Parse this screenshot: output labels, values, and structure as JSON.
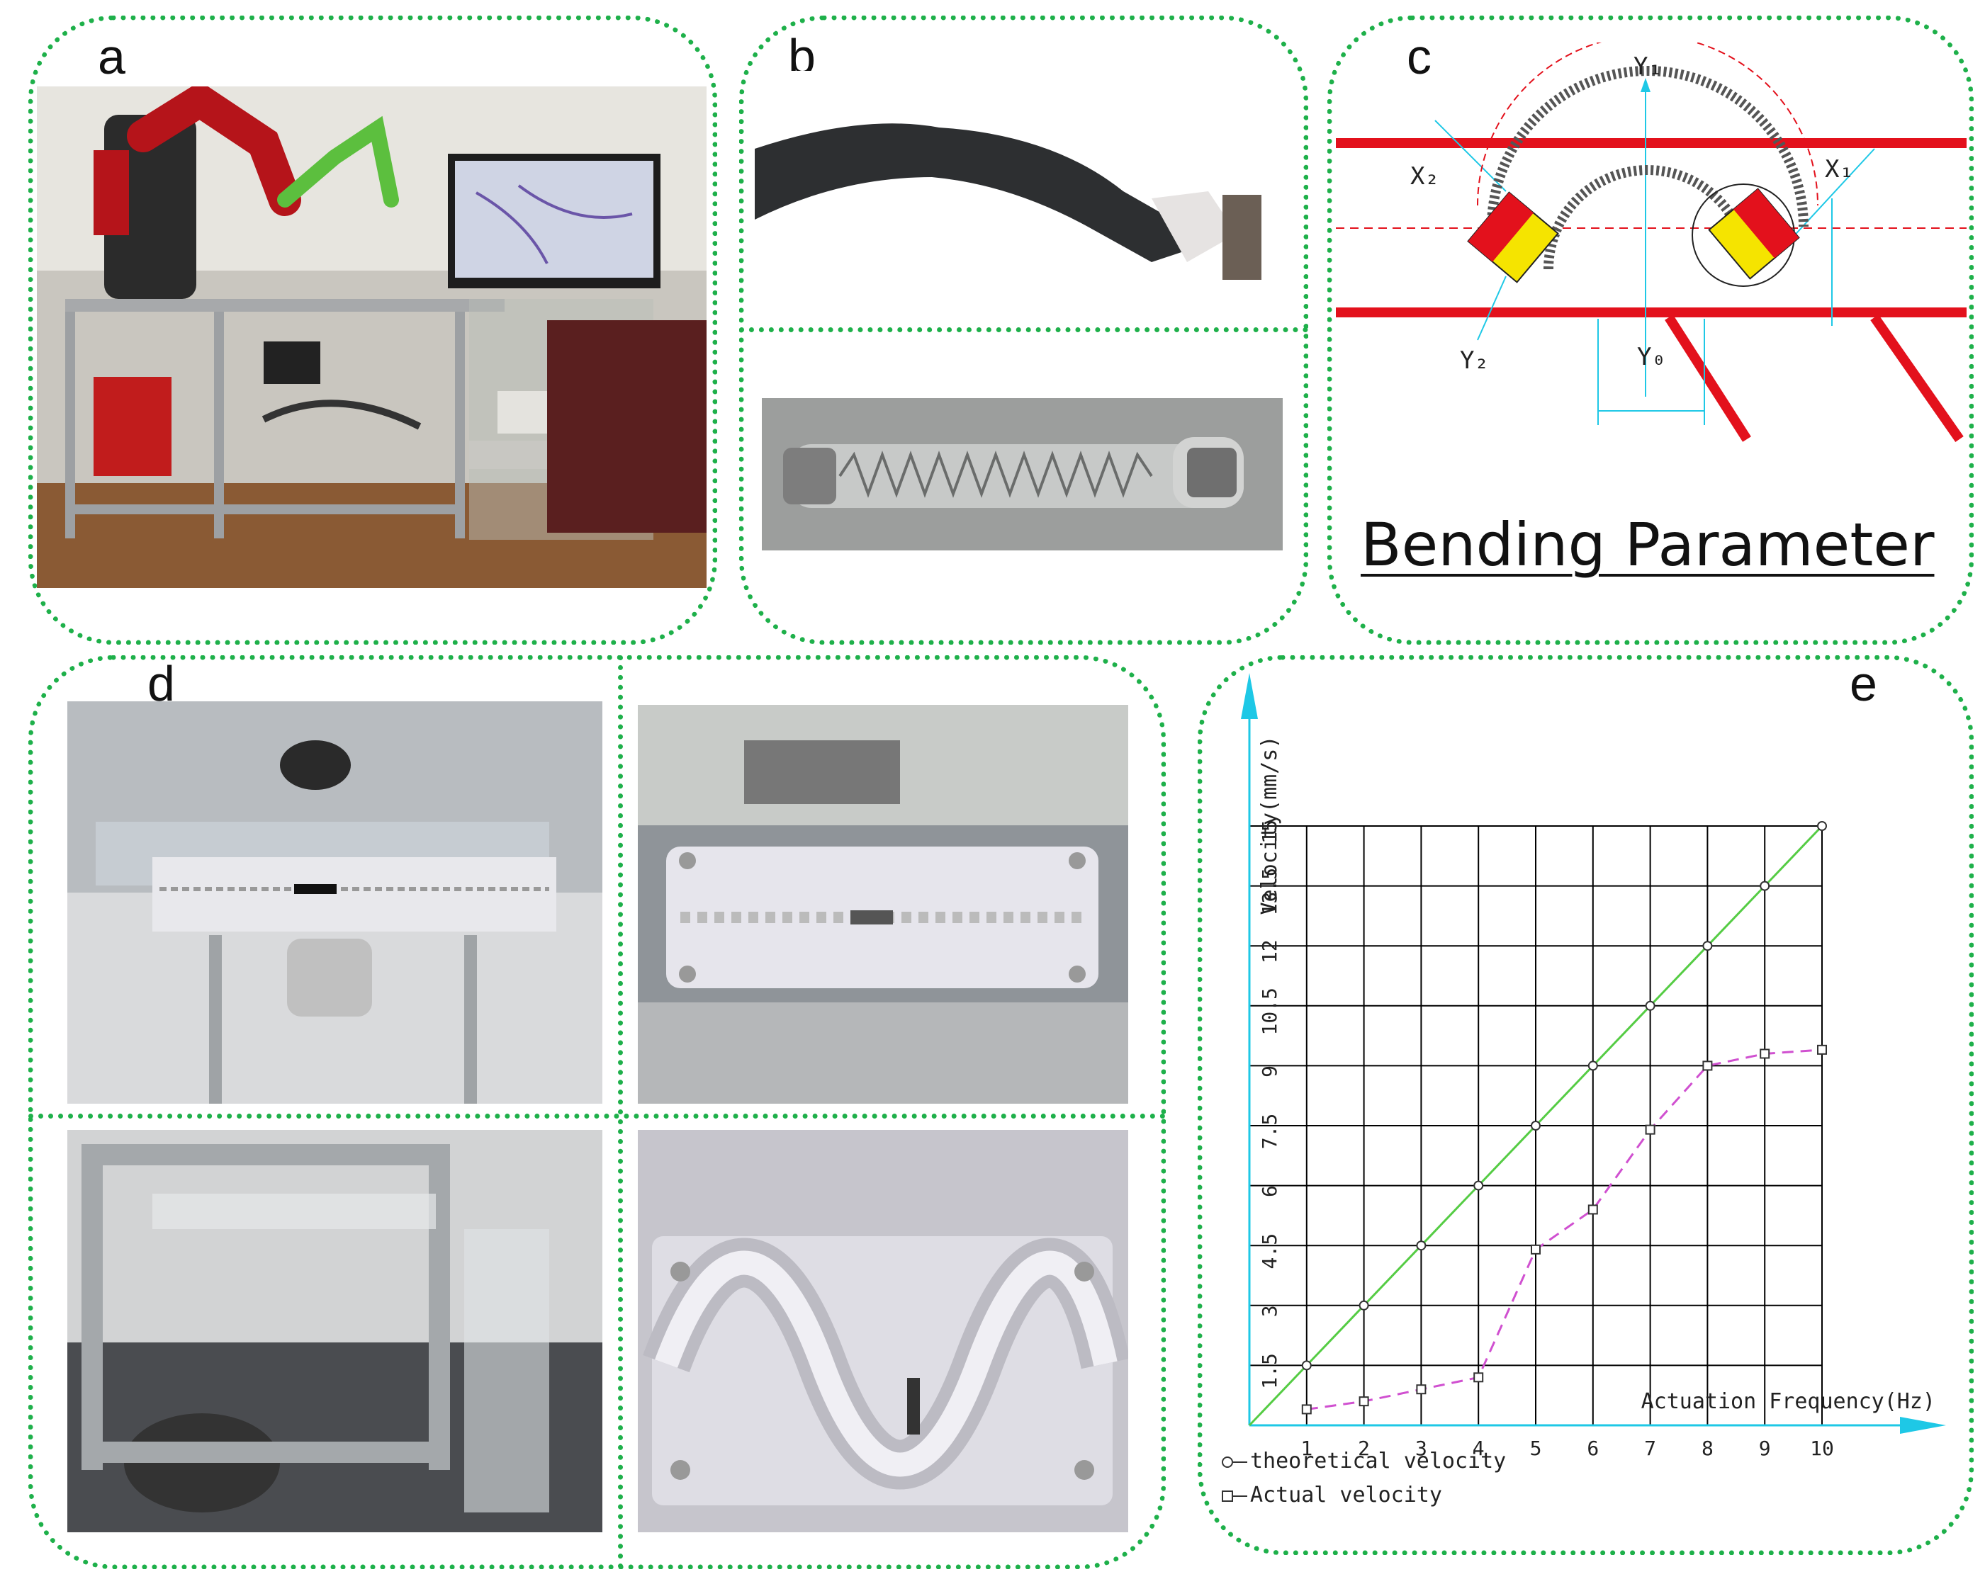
{
  "panels": {
    "a": {
      "label": "a"
    },
    "b": {
      "label": "b"
    },
    "c": {
      "label": "c",
      "title": "Bending Parameter",
      "axis_labels": {
        "y1": "Y₁",
        "x2": "X₂",
        "y2": "Y₂",
        "x1": "X₁",
        "y0": "Y₀"
      }
    },
    "d": {
      "label": "d"
    },
    "e": {
      "label": "e"
    }
  },
  "colors": {
    "border": "#1eb04a",
    "theoretical": "#55cc44",
    "actual": "#d050d0",
    "axis": "#1ec8e6",
    "grid": "#000000"
  },
  "chart_data": {
    "type": "line",
    "title": "",
    "xlabel": "Actuation Frequency(Hz)",
    "ylabel": "Velocity(mm/s)",
    "xlim": [
      0,
      10
    ],
    "ylim": [
      0,
      15
    ],
    "x_ticks": [
      "1",
      "2",
      "3",
      "4",
      "5",
      "6",
      "7",
      "8",
      "9",
      "10"
    ],
    "y_ticks": [
      "1.5",
      "3",
      "4.5",
      "6",
      "7.5",
      "9",
      "10.5",
      "12",
      "13.5",
      "15"
    ],
    "grid": true,
    "legend_position": "bottom-left",
    "x": [
      1,
      2,
      3,
      4,
      5,
      6,
      7,
      8,
      9,
      10
    ],
    "series": [
      {
        "name": "theoretical velocity",
        "values": [
          1.5,
          3,
          4.5,
          6,
          7.5,
          9,
          10.5,
          12,
          13.5,
          15
        ],
        "marker": "circle",
        "style": "solid"
      },
      {
        "name": "Actual velocity",
        "values": [
          0.4,
          0.6,
          0.9,
          1.2,
          4.4,
          5.4,
          7.4,
          9.0,
          9.3,
          9.4
        ],
        "marker": "square",
        "style": "dashed"
      }
    ]
  }
}
